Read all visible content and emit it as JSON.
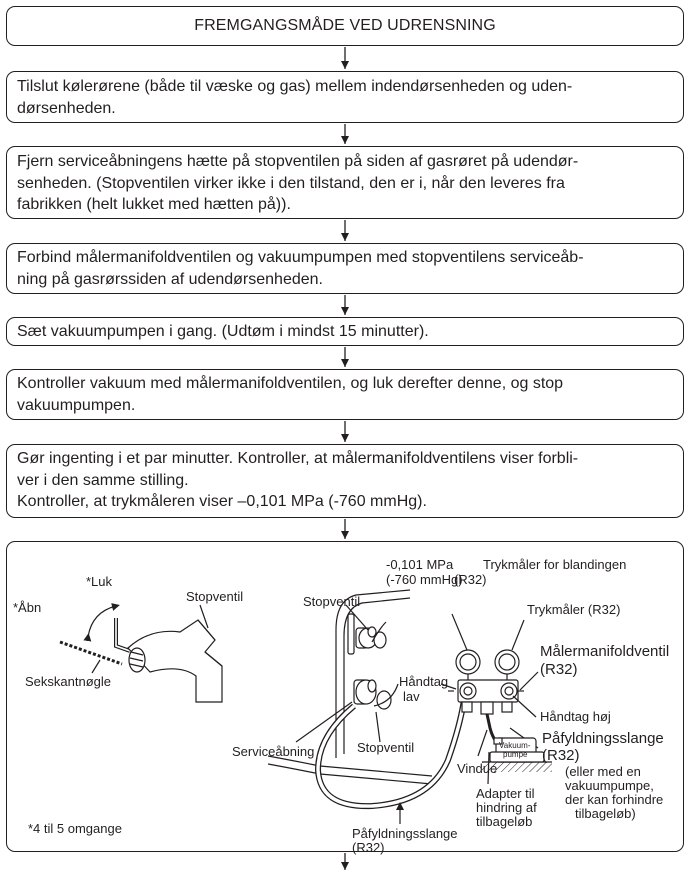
{
  "title": "FREMGANGSMÅDE VED UDRENSNING",
  "steps": [
    {
      "lines": [
        "Tilslut kølerørene (både til væske og gas) mellem indendørsenheden og uden-",
        "dørsenheden."
      ]
    },
    {
      "lines": [
        "Fjern serviceåbningens hætte på stopventilen på siden af gasrøret på udendør-",
        "senheden. (Stopventilen virker ikke i den tilstand, den er i, når den leveres fra",
        "fabrikken (helt lukket med hætten på))."
      ]
    },
    {
      "lines": [
        "Forbind målermanifoldventilen og vakuumpumpen med stopventilens serviceåb-",
        "ning på gasrørssiden af udendørsenheden."
      ]
    },
    {
      "lines": [
        "Sæt vakuumpumpen i gang. (Udtøm i mindst 15 minutter)."
      ]
    },
    {
      "lines": [
        "Kontroller vakuum med målermanifoldventilen, og luk derefter denne, og stop",
        "vakuumpumpen."
      ]
    },
    {
      "lines": [
        "Gør ingenting i et par minutter. Kontroller, at målermanifoldventilens viser forbli-",
        "ver i den samme stilling.",
        "Kontroller, at trykmåleren viser –0,101 MPa (-760 mmHg)."
      ]
    }
  ],
  "illustration": {
    "luk": "*Luk",
    "aabn": "*Åbn",
    "sekskantnoegle": "Sekskantnøgle",
    "stopventil_left": "Stopventil",
    "omgange": "*4 til 5 omgange",
    "stopventil_top": "Stopventil",
    "stopventil_bottom": "Stopventil",
    "serviceaabning": "Serviceåbning",
    "pressure_mpa": "-0,101 MPa",
    "pressure_mmhg": "(-760 mmHg)",
    "pressure_r32": "(R32)",
    "trykmaaler_blanding": "Trykmåler for blandingen",
    "trykmaaler_r32": "Trykmåler (R32)",
    "maalermanifold": "Målermanifoldventil",
    "maalermanifold_r32": "(R32)",
    "haandtag_lav_1": "Håndtag",
    "haandtag_lav_2": "lav",
    "haandtag_hoej": "Håndtag høj",
    "paafyldning_1": "Påfyldningsslange",
    "paafyldning_1_r32": "(R32)",
    "vakuumpumpe_tag_1": "Vakuum-",
    "vakuumpumpe_tag_2": "pumpe",
    "eller_1": "(eller med en",
    "eller_2": "vakuumpumpe,",
    "eller_3": "der kan forhindre",
    "eller_4": "tilbageløb)",
    "vindue": "Vindue",
    "adapter_1": "Adapter til",
    "adapter_2": "hindring af",
    "adapter_3": "tilbageløb",
    "paafyldning_2": "Påfyldningsslange",
    "paafyldning_2_r32": "(R32)"
  }
}
